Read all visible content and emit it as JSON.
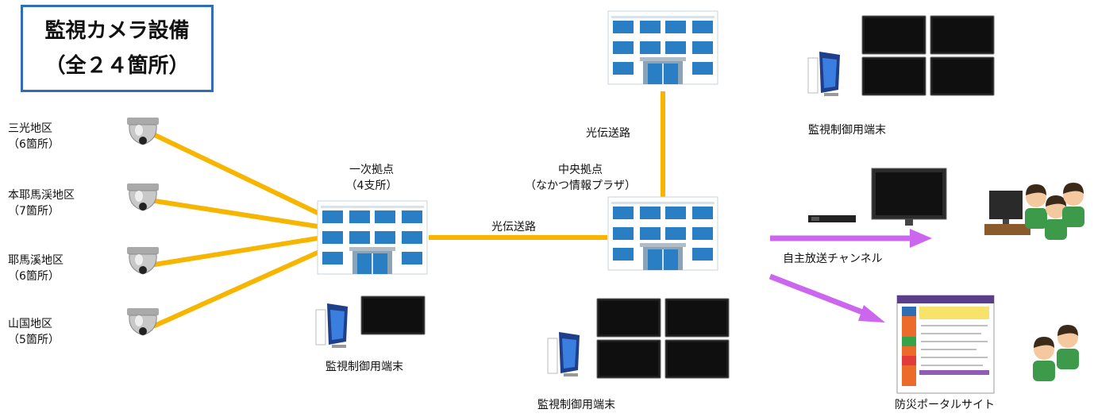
{
  "title": {
    "line1": "監視カメラ設備",
    "line2": "（全２４箇所）"
  },
  "districts": [
    {
      "name": "三光地区",
      "count": "（6箇所）"
    },
    {
      "name": "本耶馬渓地区",
      "count": "（7箇所）"
    },
    {
      "name": "耶馬溪地区",
      "count": "（6箇所）"
    },
    {
      "name": "山国地区",
      "count": "（5箇所）"
    }
  ],
  "primary_base": {
    "name": "一次拠点",
    "detail": "（4支所）",
    "terminal": "監視制御用端末"
  },
  "central_base": {
    "name": "中央拠点",
    "detail": "（なかつ情報プラザ）",
    "terminal": "監視制御用端末"
  },
  "links": {
    "optical_horizontal": "光伝送路",
    "optical_vertical": "光伝送路"
  },
  "top_right_terminal": "監視制御用端末",
  "outputs": {
    "channel": "自主放送チャンネル",
    "portal": "防災ポータルサイト"
  },
  "colors": {
    "line": "#f7b500",
    "arrow": "#cc66ee",
    "title_border": "#2f6db5"
  }
}
